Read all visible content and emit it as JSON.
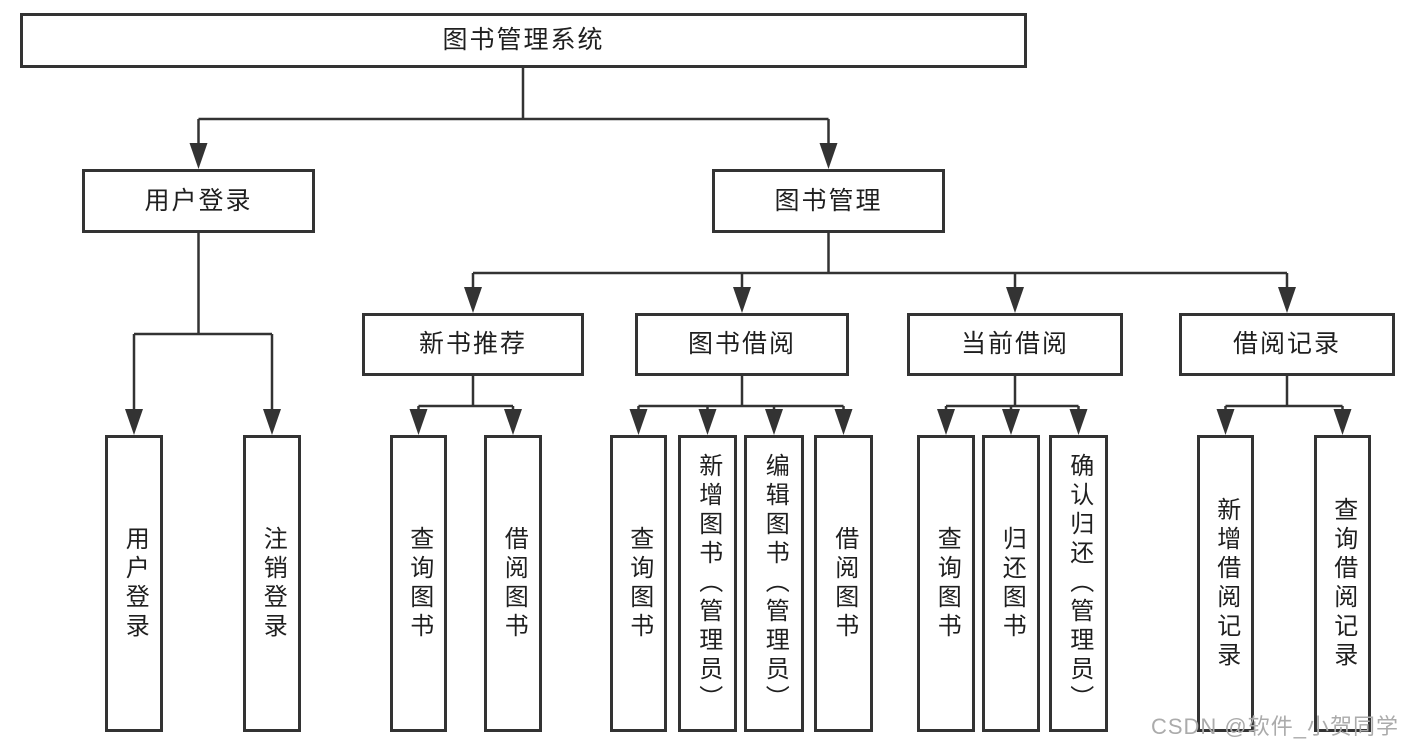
{
  "watermark": "CSDN @软件_小贺同学",
  "tree": {
    "label": "图书管理系统",
    "children": [
      {
        "label": "用户登录",
        "children": [
          {
            "label": "用户登录"
          },
          {
            "label": "注销登录"
          }
        ]
      },
      {
        "label": "图书管理",
        "children": [
          {
            "label": "新书推荐",
            "children": [
              {
                "label": "查询图书"
              },
              {
                "label": "借阅图书"
              }
            ]
          },
          {
            "label": "图书借阅",
            "children": [
              {
                "label": "查询图书"
              },
              {
                "label": "新增图书（管理员）"
              },
              {
                "label": "编辑图书（管理员）"
              },
              {
                "label": "借阅图书"
              }
            ]
          },
          {
            "label": "当前借阅",
            "children": [
              {
                "label": "查询图书"
              },
              {
                "label": "归还图书"
              },
              {
                "label": "确认归还（管理员）"
              }
            ]
          },
          {
            "label": "借阅记录",
            "children": [
              {
                "label": "新增借阅记录"
              },
              {
                "label": "查询借阅记录"
              }
            ]
          }
        ]
      }
    ]
  },
  "colors": {
    "line": "#333333",
    "text": "#1f1f1f",
    "watermark": "#ababab",
    "background": "#ffffff"
  }
}
